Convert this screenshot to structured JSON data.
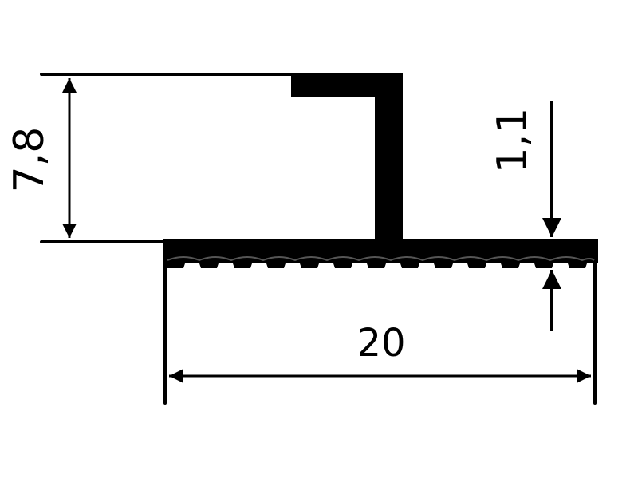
{
  "dimensions": {
    "height_label": "7,8",
    "thickness_label": "1,1",
    "width_label": "20"
  },
  "colors": {
    "stroke": "#000000",
    "fill": "#000000",
    "background": "#ffffff"
  }
}
